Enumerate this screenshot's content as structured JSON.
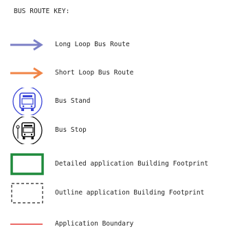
{
  "title": "BUS ROUTE KEY:",
  "items": [
    {
      "label": "Long Loop Bus Route",
      "icon": "long-loop-arrow-icon",
      "color": "#7b7fc6"
    },
    {
      "label": "Short Loop Bus Route",
      "icon": "short-loop-arrow-icon",
      "color": "#f08446"
    },
    {
      "label": "Bus Stand",
      "icon": "bus-stand-icon",
      "color": "#3a45d8"
    },
    {
      "label": "Bus Stop",
      "icon": "bus-stop-icon",
      "color": "#111111"
    },
    {
      "label": "Detailed application Building Footprint",
      "icon": "detailed-footprint-icon",
      "color": "#1f8a3c"
    },
    {
      "label": "Outline application Building Footprint",
      "icon": "outline-footprint-icon",
      "color": "#222222"
    },
    {
      "label": "Application Boundary",
      "icon": "boundary-line-icon",
      "color": "#e53935"
    }
  ]
}
